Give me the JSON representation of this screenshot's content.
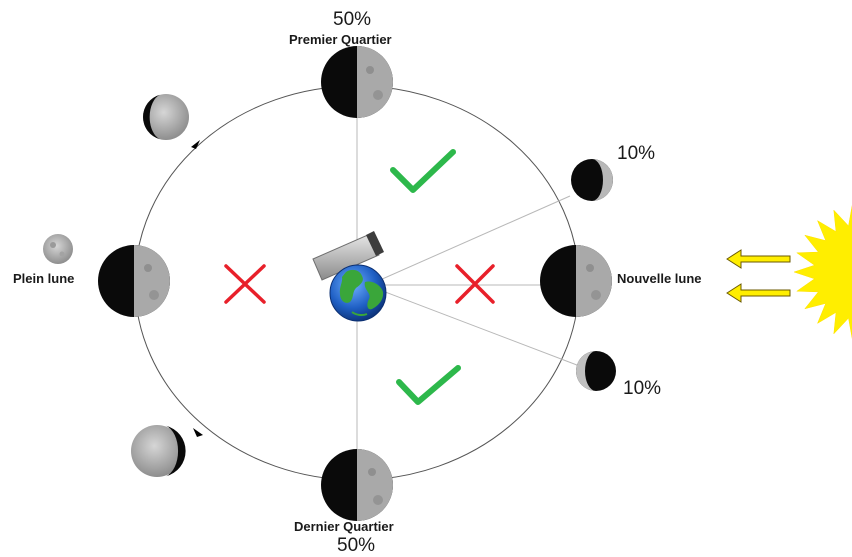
{
  "diagram": {
    "labels": {
      "first_quarter": "Premier Quartier",
      "last_quarter": "Dernier Quartier",
      "full_moon": "Plein lune",
      "new_moon": "Nouvelle lune"
    },
    "percentages": {
      "top": "50%",
      "bottom": "50%",
      "upper_right": "10%",
      "lower_right": "10%"
    },
    "marks": {
      "top_sector": "check",
      "bottom_sector": "check",
      "left_sector": "cross",
      "right_sector": "cross"
    },
    "colors": {
      "check": "#2db84b",
      "cross": "#e8202a",
      "sun": "#ffee00",
      "sunlight_arrows": "#ffee00",
      "orbit": "#555555",
      "moon_dark": "#0a0a0a",
      "moon_lit": "#a9a9a9",
      "earth_ocean": "#1f5fc4",
      "earth_land": "#3aa63a"
    },
    "icons": {
      "observer": "telescope-icon",
      "center": "earth-icon",
      "light_source": "sun-icon"
    }
  }
}
